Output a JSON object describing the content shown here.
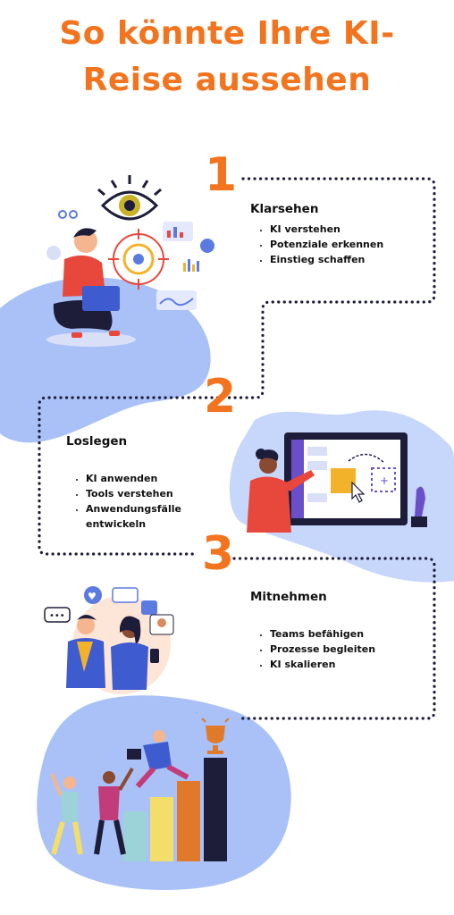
{
  "title_line1": "So könnte Ihre KI-",
  "title_line2": "Reise aussehen",
  "accent_color": "#f2741e",
  "path_color": "#1d1d3a",
  "blob_color": "#a9c1f7",
  "steps": [
    {
      "number": "1",
      "heading": "Klarsehen",
      "items": [
        "KI verstehen",
        "Potenziale erkennen",
        "Einstieg schaffen"
      ]
    },
    {
      "number": "2",
      "heading": "Loslegen",
      "items": [
        "KI anwenden",
        "Tools verstehen",
        "Anwendungsfälle entwickeln"
      ]
    },
    {
      "number": "3",
      "heading": "Mitnehmen",
      "items": [
        "Teams befähigen",
        "Prozesse begleiten",
        "KI skalieren"
      ]
    }
  ]
}
